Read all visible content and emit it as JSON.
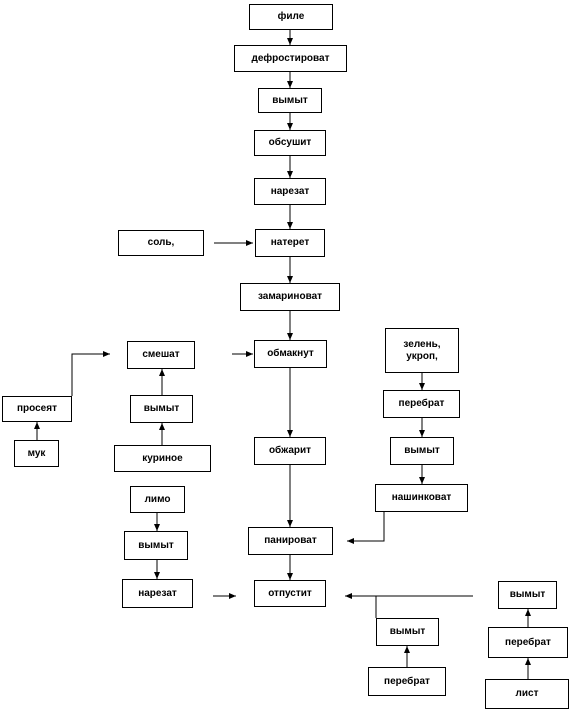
{
  "nodes": {
    "file": "филе",
    "defrost": "дефростироват",
    "wash1": "вымыт",
    "dry": "обсушит",
    "cut1": "нарезат",
    "salt": "соль,",
    "rub": "натерет",
    "marinate": "замариноват",
    "mix": "смешат",
    "dip": "обмакнут",
    "greens": "зелень,\nукроп,",
    "sift": "просеят",
    "wash_egg": "вымыт",
    "sort1": "перебрат",
    "flour": "мук",
    "egg": "куриное",
    "fry": "обжарит",
    "wash_greens": "вымыт",
    "lemon": "лимо",
    "chop": "нашинковат",
    "wash_lemon": "вымыт",
    "bread": "панироват",
    "cut_lemon": "нарезат",
    "serve": "отпустит",
    "wash_leaf": "вымыт",
    "wash2": "вымыт",
    "sort_leaf": "перебрат",
    "sort2": "перебрат",
    "leaf": "лист"
  }
}
